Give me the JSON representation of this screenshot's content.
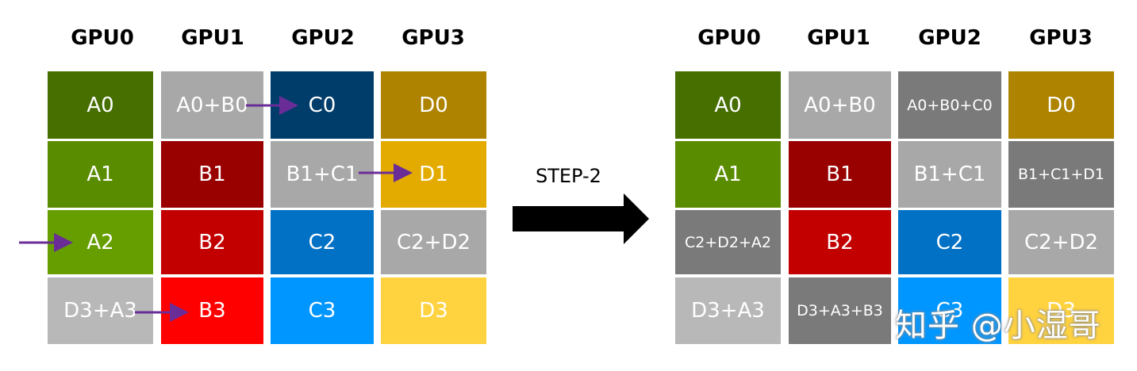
{
  "colors": {
    "a0": "#466f00",
    "a1": "#5a8c00",
    "a2": "#669e00",
    "b1": "#990000",
    "b2": "#c20000",
    "b3": "#ff0000",
    "c0": "#003d6b",
    "c2": "#0071c5",
    "c3": "#0096ff",
    "d0": "#ad8300",
    "d1": "#e3ab00",
    "d3": "#ffd23f",
    "gray_light": "#a8a8a8",
    "gray_lighter": "#b8b8b8",
    "gray_dark": "#7a7a7a",
    "arrow_purple": "#6a2d97",
    "step_arrow": "#000000"
  },
  "left_panel": {
    "headers": [
      "GPU0",
      "GPU1",
      "GPU2",
      "GPU3"
    ],
    "rows": [
      [
        "A0",
        "A0+B0",
        "C0",
        "D0"
      ],
      [
        "A1",
        "B1",
        "B1+C1",
        "D1"
      ],
      [
        "A2",
        "B2",
        "C2",
        "C2+D2"
      ],
      [
        "D3+A3",
        "B3",
        "C3",
        "D3"
      ]
    ]
  },
  "step": {
    "label": "STEP-2"
  },
  "right_panel": {
    "headers": [
      "GPU0",
      "GPU1",
      "GPU2",
      "GPU3"
    ],
    "rows": [
      [
        "A0",
        "A0+B0",
        "A0+B0+C0",
        "D0"
      ],
      [
        "A1",
        "B1",
        "B1+C1",
        "B1+C1+D1"
      ],
      [
        "C2+D2+A2",
        "B2",
        "C2",
        "C2+D2"
      ],
      [
        "D3+A3",
        "D3+A3+B3",
        "C3",
        "D3"
      ]
    ]
  },
  "watermark": "知乎 @小湿哥"
}
